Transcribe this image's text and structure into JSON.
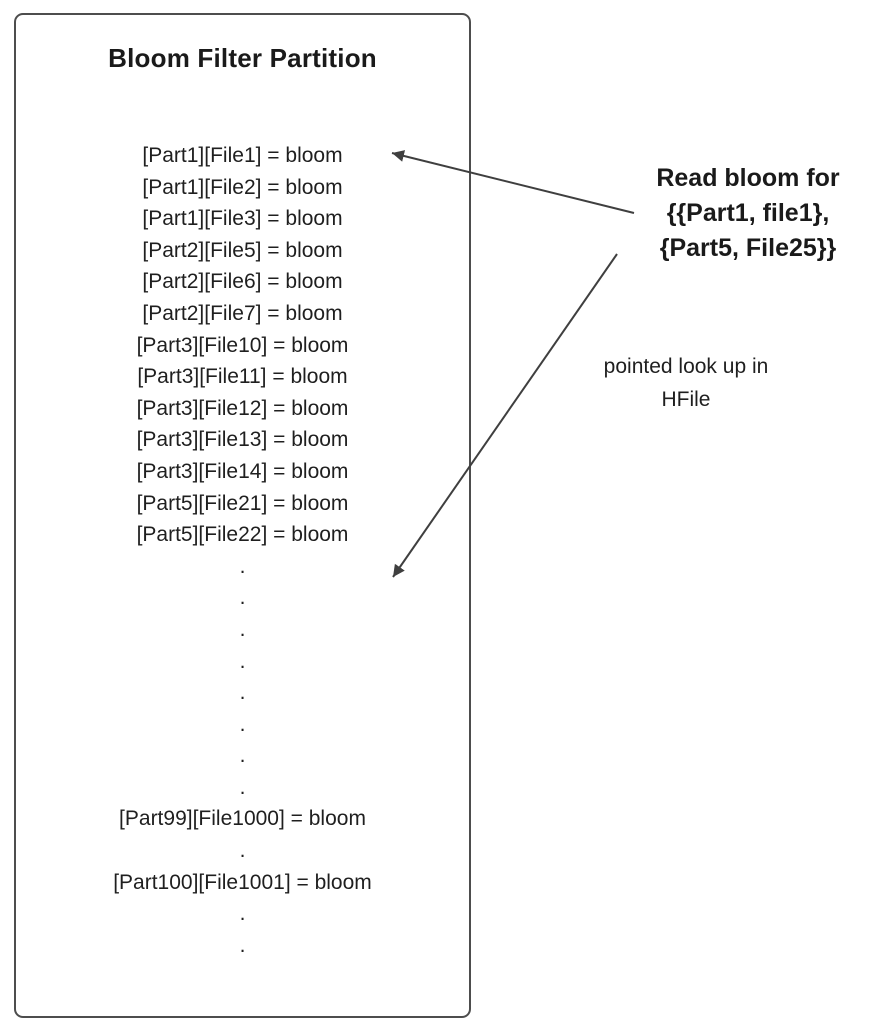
{
  "canvas": {
    "background_color": "#ffffff",
    "text_color": "#1f1f1f",
    "box_border_color": "#4d4d4d",
    "arrow_color": "#3f3f3f"
  },
  "partition_box": {
    "title": "Bloom Filter Partition",
    "lines": [
      "[Part1][File1] = bloom",
      "[Part1][File2] = bloom",
      "[Part1][File3] = bloom",
      "[Part2][File5] = bloom",
      "[Part2][File6] = bloom",
      "[Part2][File7] = bloom",
      "[Part3][File10] = bloom",
      "[Part3][File11] = bloom",
      "[Part3][File12] = bloom",
      "[Part3][File13] = bloom",
      "[Part3][File14] = bloom",
      "[Part5][File21] = bloom",
      "[Part5][File22] = bloom",
      ".",
      ".",
      ".",
      ".",
      ".",
      ".",
      ".",
      ".",
      "[Part99][File1000] = bloom",
      ".",
      "[Part100][File1001] = bloom",
      ".",
      "."
    ]
  },
  "annotations": {
    "read_bloom": {
      "line1": "Read bloom for",
      "line2": "{{Part1, file1},",
      "line3": "{Part5, File25}}"
    },
    "pointed_lookup": {
      "line1": "pointed look up in",
      "line2": "HFile"
    }
  }
}
